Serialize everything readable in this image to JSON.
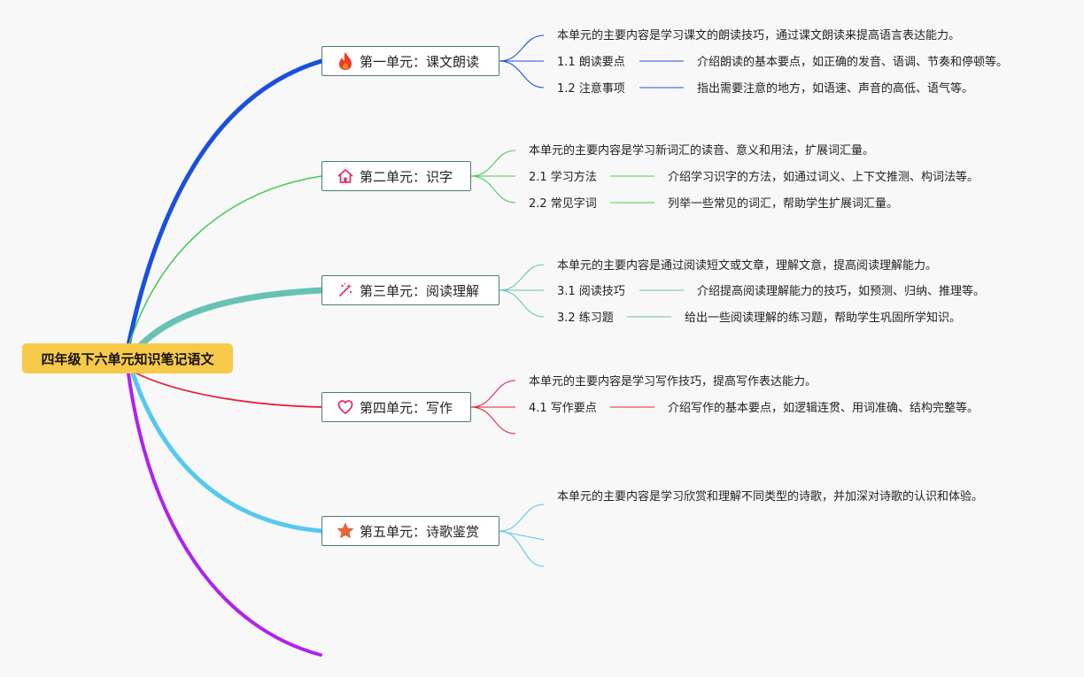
{
  "root": {
    "title": "四年级下六单元知识笔记语文",
    "color": "#f7c948"
  },
  "units": [
    {
      "title": "第一单元：课文朗读",
      "icon": "fire-icon",
      "color": "#1a4fe0",
      "summary": "本单元的主要内容是学习课文的朗读技巧，通过课文朗读来提高语言表达能力。",
      "items": [
        {
          "label": "1.1 朗读要点",
          "detail": "介绍朗读的基本要点，如正确的发音、语调、节奏和停顿等。"
        },
        {
          "label": "1.2 注意事项",
          "detail": "指出需要注意的地方，如语速、声音的高低、语气等。"
        }
      ]
    },
    {
      "title": "第二单元：识字",
      "icon": "house-icon",
      "color": "#44cc55",
      "summary": "本单元的主要内容是学习新词汇的读音、意义和用法，扩展词汇量。",
      "items": [
        {
          "label": "2.1 学习方法",
          "detail": "介绍学习识字的方法，如通过词义、上下文推测、构词法等。"
        },
        {
          "label": "2.2 常见字词",
          "detail": "列举一些常见的词汇，帮助学生扩展词汇量。"
        }
      ]
    },
    {
      "title": "第三单元：阅读理解",
      "icon": "magic-wand-icon",
      "color": "#66c2b4",
      "summary": "本单元的主要内容是通过阅读短文或文章，理解文意，提高阅读理解能力。",
      "items": [
        {
          "label": "3.1 阅读技巧",
          "detail": "介绍提高阅读理解能力的技巧，如预测、归纳、推理等。"
        },
        {
          "label": "3.2 练习题",
          "detail": "给出一些阅读理解的练习题，帮助学生巩固所学知识。"
        }
      ]
    },
    {
      "title": "第四单元：写作",
      "icon": "heart-icon",
      "color": "#e5203c",
      "summary": "本单元的主要内容是学习写作技巧，提高写作表达能力。",
      "items": [
        {
          "label": "4.1 写作要点",
          "detail": "介绍写作的基本要点，如逻辑连贯、用词准确、结构完整等。"
        }
      ]
    },
    {
      "title": "第五单元：诗歌鉴赏",
      "icon": "star-icon",
      "color": "#55c8f0",
      "summary": "本单元的主要内容是学习欣赏和理解不同类型的诗歌，并加深对诗歌的认识和体验。",
      "items": []
    }
  ],
  "extra_branch_color": "#b020f0"
}
